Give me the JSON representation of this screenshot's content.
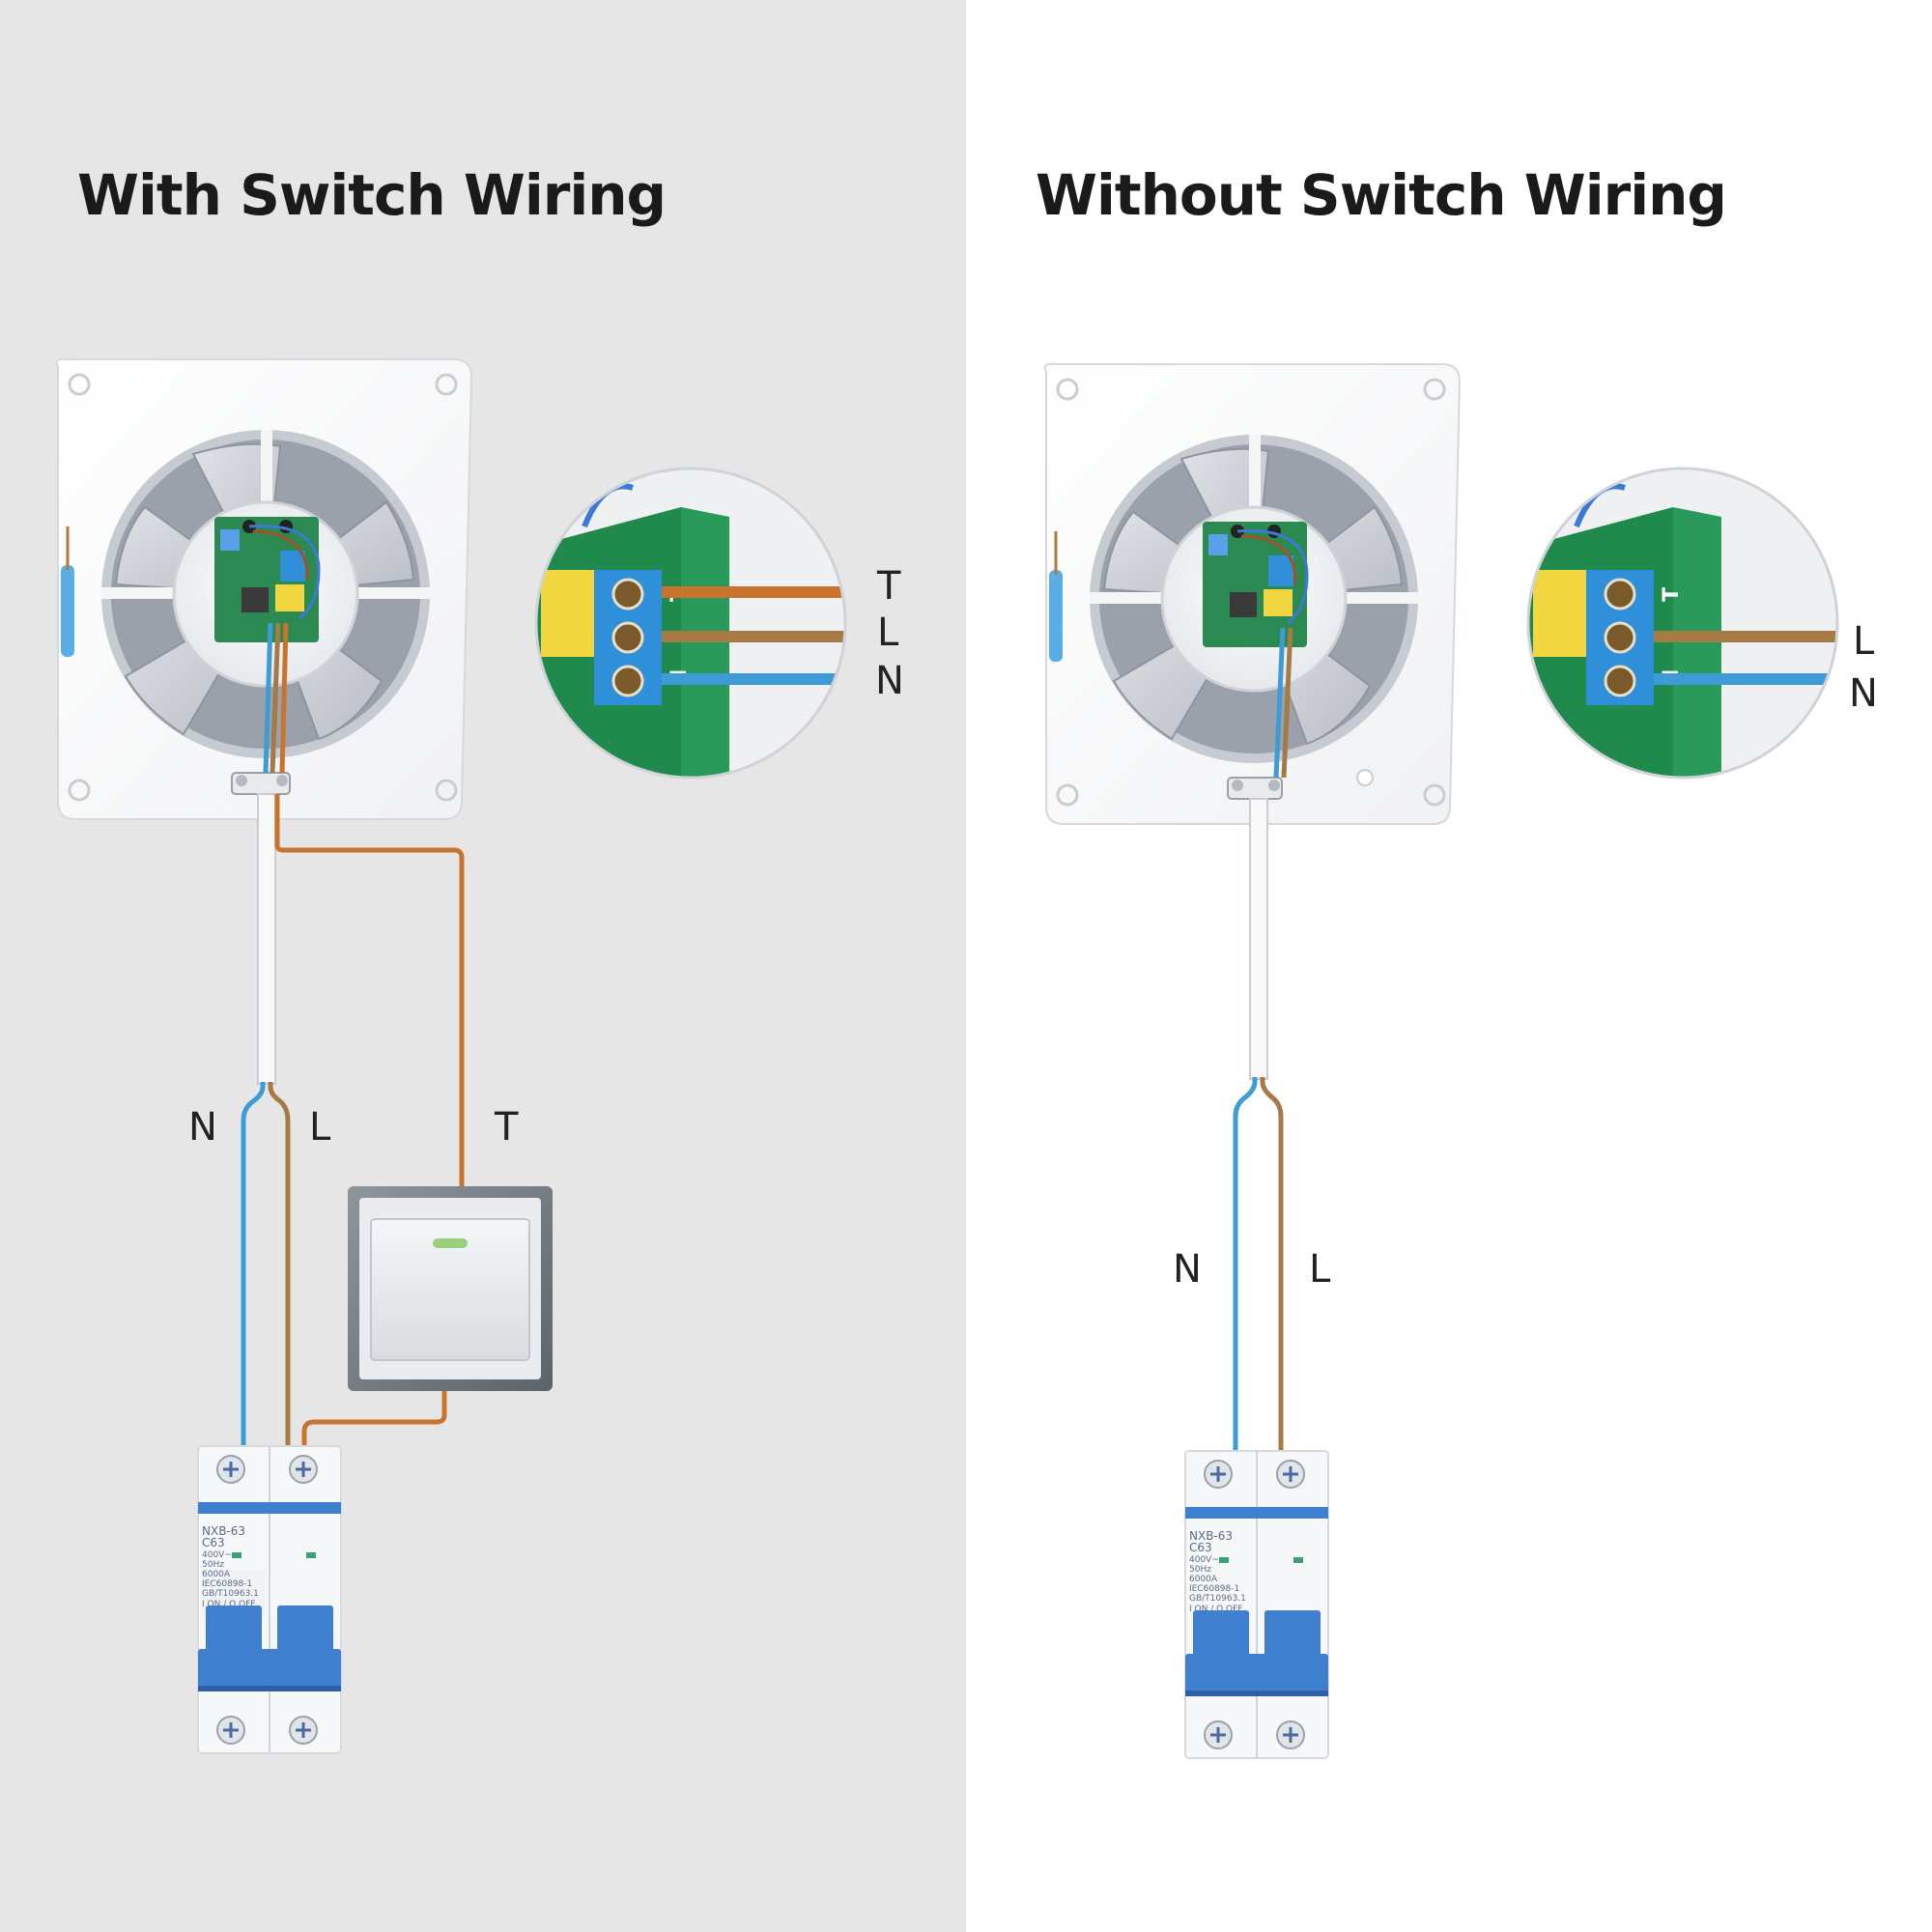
{
  "titles": {
    "left": "With Switch Wiring",
    "right": "Without Switch Wiring"
  },
  "left_diagram": {
    "zoom_labels": [
      "T",
      "L",
      "N"
    ],
    "wire_labels": {
      "neutral": "N",
      "live": "L",
      "switched": "T"
    },
    "breaker": {
      "model": "NXB-63",
      "rating": "C63",
      "spec1": "400V~",
      "spec2": "50Hz",
      "spec3": "6000A",
      "std1": "IEC60898-1",
      "std2": "GB/T10963.1",
      "on_off": "I ON / O OFF"
    }
  },
  "right_diagram": {
    "zoom_labels": [
      "L",
      "N"
    ],
    "wire_labels": {
      "neutral": "N",
      "live": "L"
    },
    "breaker": {
      "model": "NXB-63",
      "rating": "C63",
      "spec1": "400V~",
      "spec2": "50Hz",
      "spec3": "6000A",
      "std1": "IEC60898-1",
      "std2": "GB/T10963.1",
      "on_off": "I ON / O OFF"
    }
  },
  "colors": {
    "left_background": "#e6e6e6",
    "right_background": "#ffffff",
    "neutral_wire": "#3d9bd6",
    "live_wire": "#a57a45",
    "switched_wire": "#c8742e",
    "breaker_blue": "#3f7fd0",
    "pcb_green": "#1f8a4c"
  }
}
